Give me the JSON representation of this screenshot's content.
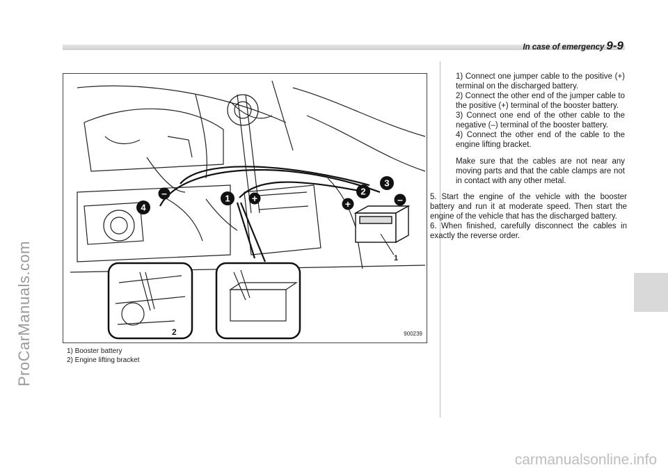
{
  "header": {
    "section_title": "In case of emergency",
    "page_number": "9-9"
  },
  "watermarks": {
    "side": "ProCarManuals.com",
    "bottom": "carmanualsonline.info"
  },
  "figure": {
    "figure_code": "900239",
    "callout_numbers": [
      "1",
      "2"
    ],
    "step_markers": [
      "1",
      "2",
      "3",
      "4"
    ],
    "polarity_signs": [
      "+",
      "–"
    ]
  },
  "caption": [
    "1)  Booster battery",
    "2)  Engine lifting bracket"
  ],
  "instructions": {
    "steps": [
      "1) Connect one jumper cable to the positive (+) terminal on the discharged battery.",
      "2) Connect the other end of the jumper cable to the positive (+) terminal of the booster battery.",
      "3) Connect one end of the other cable to the negative (–) terminal of the booster battery.",
      "4) Connect the other end of the cable to the engine lifting bracket."
    ],
    "note": "Make sure that the cables are not near any moving parts and that the cable clamps are not in contact with any other metal.",
    "paragraphs": [
      "5.  Start the engine of the vehicle with the booster battery and run it at moderate speed. Then start the engine of the vehicle that has the discharged battery.",
      "6.  When finished, carefully disconnect the cables in exactly the reverse order."
    ]
  }
}
